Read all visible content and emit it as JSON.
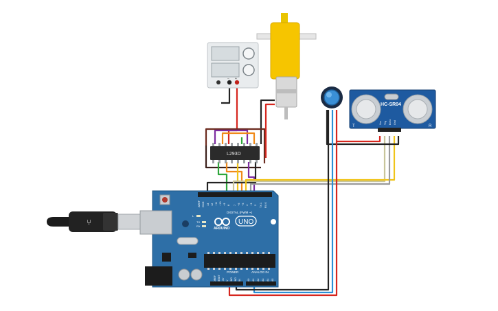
{
  "components": {
    "driver_ic": {
      "label": "L293D"
    },
    "sensor": {
      "label": "HC-SR04",
      "pins": [
        "Vcc",
        "Trig",
        "Echo",
        "Gnd"
      ],
      "left_mark": "T",
      "right_mark": "R"
    },
    "arduino": {
      "brand": "ARDUINO",
      "model": "UNO",
      "digital_label": "DIGITAL (PWM ~)",
      "power_label": "POWER",
      "analog_label": "ANALOG IN",
      "led_l": "L",
      "led_tx": "TX",
      "led_rx": "RX",
      "aref": "AREF",
      "gnd": "GND",
      "digital_pins": [
        "13",
        "12",
        "~11",
        "~10",
        "~9",
        "8",
        "7",
        "~6",
        "~5",
        "4",
        "~3",
        "2",
        "TX 1",
        "RX 0"
      ],
      "power_pins": [
        "IOREF",
        "RESET",
        "3.3V",
        "5V",
        "GND",
        "GND",
        "VIN"
      ],
      "analog_pins": [
        "A0",
        "A1",
        "A2",
        "A3",
        "A4",
        "A5"
      ]
    },
    "power_supply": {
      "minus": "−",
      "plus": "+"
    }
  },
  "colors": {
    "board": "#2E6FA7",
    "board_dark": "#1F5585",
    "motor": "#F6C500",
    "sensor_body": "#1E5AA0",
    "wire_red": "#D6261E",
    "wire_black": "#222222",
    "wire_orange": "#F08A1A",
    "wire_purple": "#7D2CA0",
    "wire_green": "#2DA63B",
    "wire_yellow": "#F0C419",
    "wire_blue": "#2B8FD6",
    "wire_gray": "#9A9A9A",
    "wire_brown": "#6B2A1E",
    "wire_olive": "#C8C59A"
  }
}
